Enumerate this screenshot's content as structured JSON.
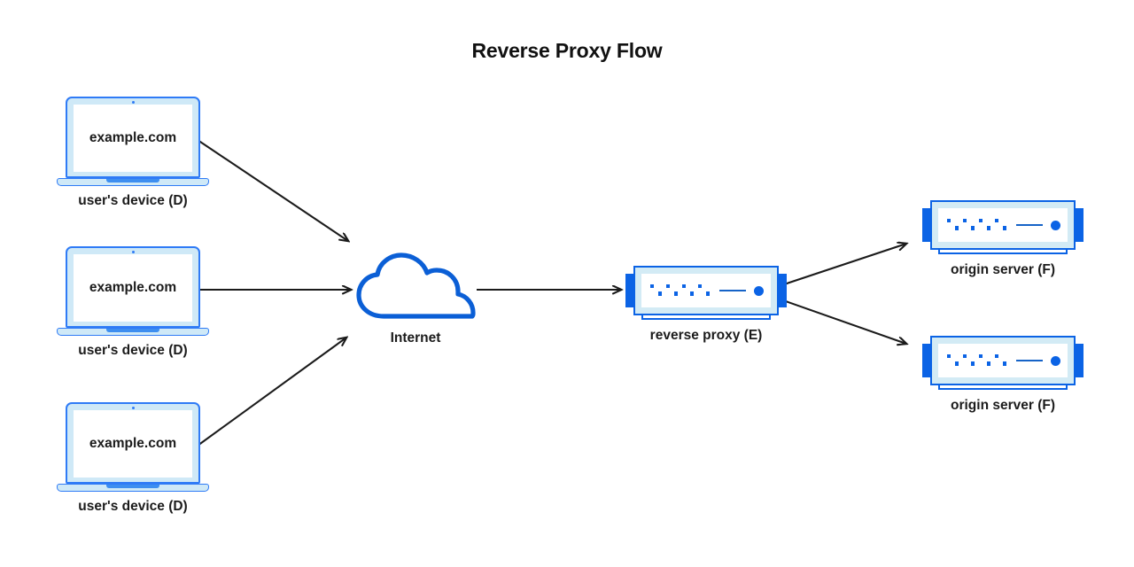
{
  "diagram": {
    "title": "Reverse Proxy Flow",
    "colors": {
      "accent_blue": "#0b63e5",
      "light_blue": "#cfe9f7",
      "screen_blue": "#d3ebf5",
      "arrow_black": "#1b1b1b",
      "text": "#1b1b1b",
      "background": "#ffffff"
    },
    "nodes": [
      {
        "id": "device-1",
        "type": "laptop",
        "screen_text": "example.com",
        "label": "user's device (D)"
      },
      {
        "id": "device-2",
        "type": "laptop",
        "screen_text": "example.com",
        "label": "user's device (D)"
      },
      {
        "id": "device-3",
        "type": "laptop",
        "screen_text": "example.com",
        "label": "user's device (D)"
      },
      {
        "id": "internet",
        "type": "cloud",
        "label": "Internet"
      },
      {
        "id": "reverse-proxy",
        "type": "server",
        "label": "reverse proxy (E)"
      },
      {
        "id": "origin-1",
        "type": "server",
        "label": "origin server (F)"
      },
      {
        "id": "origin-2",
        "type": "server",
        "label": "origin server (F)"
      }
    ],
    "connections": [
      {
        "from": "device-1",
        "to": "internet"
      },
      {
        "from": "device-2",
        "to": "internet"
      },
      {
        "from": "device-3",
        "to": "internet"
      },
      {
        "from": "internet",
        "to": "reverse-proxy"
      },
      {
        "from": "reverse-proxy",
        "to": "origin-1"
      },
      {
        "from": "reverse-proxy",
        "to": "origin-2"
      }
    ]
  }
}
